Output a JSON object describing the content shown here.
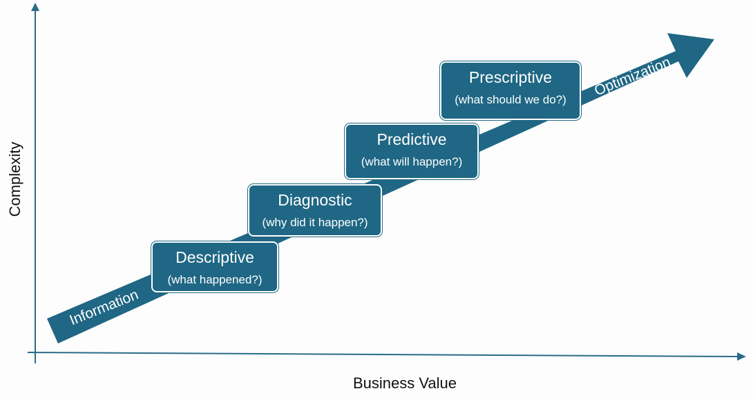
{
  "axes": {
    "y_label": "Complexity",
    "x_label": "Business Value"
  },
  "arrow": {
    "start_label": "Information",
    "end_label": "Optimization"
  },
  "stages": [
    {
      "title": "Descriptive",
      "subtitle": "(what happened?)"
    },
    {
      "title": "Diagnostic",
      "subtitle": "(why did it happen?)"
    },
    {
      "title": "Predictive",
      "subtitle": "(what will happen?)"
    },
    {
      "title": "Prescriptive",
      "subtitle": "(what should we do?)"
    }
  ],
  "colors": {
    "arrow_fill": "#1f6784",
    "axis": "#2a6b87",
    "box_fill": "#1f6784",
    "text_on_fill": "#ffffff"
  }
}
